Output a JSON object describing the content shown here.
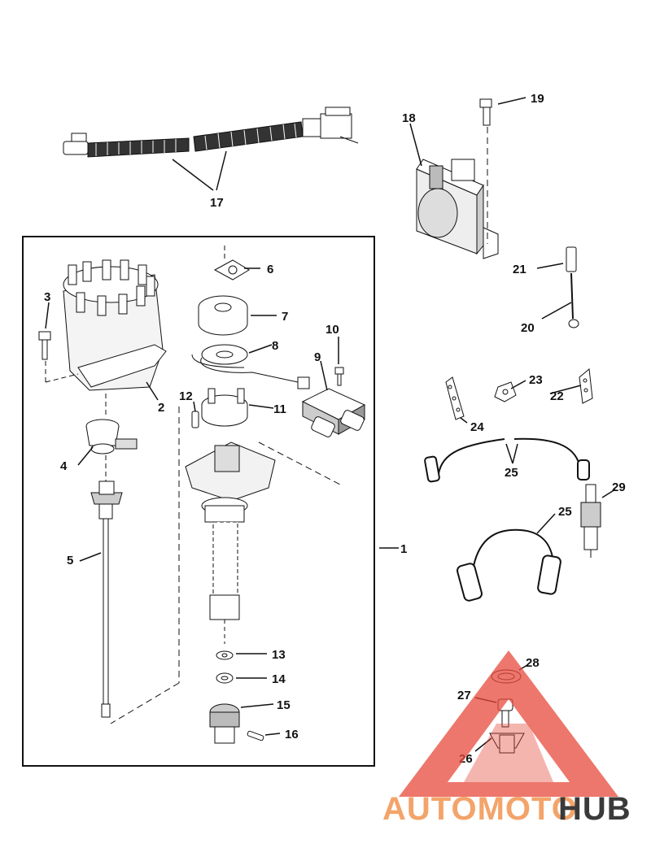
{
  "callouts": {
    "c1": "1",
    "c2": "2",
    "c3": "3",
    "c4": "4",
    "c5": "5",
    "c6": "6",
    "c7": "7",
    "c8": "8",
    "c9": "9",
    "c10": "10",
    "c11": "11",
    "c12": "12",
    "c13": "13",
    "c14": "14",
    "c15": "15",
    "c16": "16",
    "c17": "17",
    "c18": "18",
    "c19": "19",
    "c20": "20",
    "c21": "21",
    "c22": "22",
    "c23": "23",
    "c24": "24",
    "c25a": "25",
    "c25b": "25",
    "c26": "26",
    "c27": "27",
    "c28": "28",
    "c29": "29"
  },
  "watermark": {
    "part1": "AUTOMOTO",
    "part2": "HUB",
    "color_primary": "#f3a46a",
    "color_secondary": "#3a3a3a",
    "triangle_color": "#e84a3c"
  }
}
